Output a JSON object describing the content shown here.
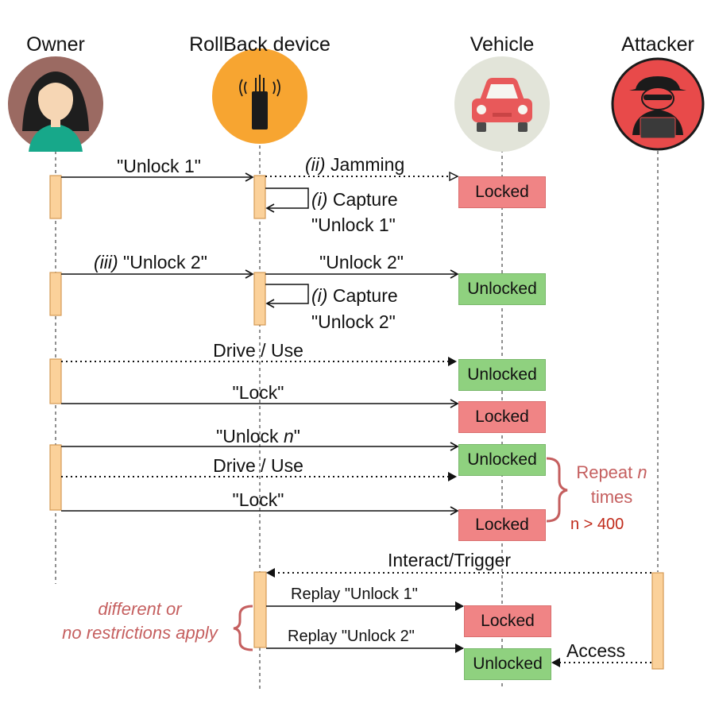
{
  "actors": {
    "owner": "Owner",
    "rollback": "RollBack device",
    "vehicle": "Vehicle",
    "attacker": "Attacker"
  },
  "messages": {
    "unlock1": "\"Unlock 1\"",
    "jamming_prefix": "(ii)",
    "jamming": "Jamming",
    "capture1_prefix": "(i)",
    "capture1_line1": "Capture",
    "capture1_line2": "\"Unlock 1\"",
    "unlock2_owner_prefix": "(iii)",
    "unlock2_owner": "\"Unlock 2\"",
    "unlock2_forward": "\"Unlock 2\"",
    "capture2_prefix": "(i)",
    "capture2_line1": "Capture",
    "capture2_line2": "\"Unlock 2\"",
    "drive_use_1": "Drive / Use",
    "lock_1": "\"Lock\"",
    "unlock_n_prefix": "\"Unlock",
    "unlock_n_var": "n",
    "unlock_n_suffix": "\"",
    "drive_use_2": "Drive / Use",
    "lock_2": "\"Lock\"",
    "interact": "Interact/Trigger",
    "replay1": "Replay \"Unlock 1\"",
    "replay2": "Replay \"Unlock 2\"",
    "access": "Access"
  },
  "states": {
    "s1": "Locked",
    "s2": "Unlocked",
    "s3": "Unlocked",
    "s4": "Locked",
    "s5": "Unlocked",
    "s6": "Locked",
    "s7": "Locked",
    "s8": "Unlocked"
  },
  "notes": {
    "repeat_word": "Repeat",
    "repeat_var": "n",
    "repeat_times": "times",
    "condition": "n > 400",
    "restrictions_line1": "different or",
    "restrictions_line2": "no restrictions apply"
  },
  "colors": {
    "activation": "#fbd19a",
    "activation_border": "#d49a55",
    "locked": "#f08485",
    "unlocked": "#8fd17f",
    "rollback_circle": "#f7a531",
    "attacker_circle": "#e84a4a",
    "owner_circle": "#9b6a62",
    "vehicle_circle": "#e2e4d9",
    "note": "#c55f5f"
  },
  "icons": [
    "owner-avatar-icon",
    "rollback-device-icon",
    "vehicle-icon",
    "attacker-icon"
  ]
}
